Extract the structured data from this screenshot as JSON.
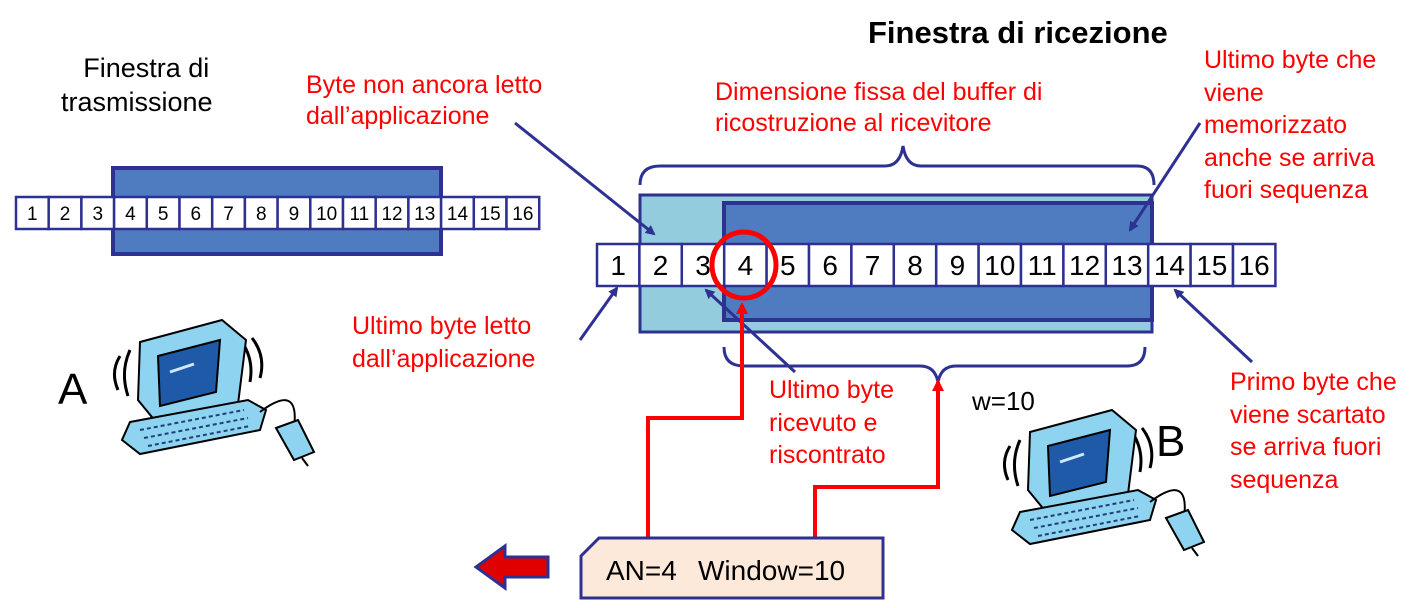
{
  "colors": {
    "window_dark": "#4f7cc0",
    "window_light": "#93ccdd",
    "border": "#2e3192",
    "red": "#ff0000",
    "ack_box": "#fde9d9"
  },
  "transmit": {
    "title_line1": "Finestra di",
    "title_line2": "trasmissione",
    "cells": [
      "1",
      "2",
      "3",
      "4",
      "5",
      "6",
      "7",
      "8",
      "9",
      "10",
      "11",
      "12",
      "13",
      "14",
      "15",
      "16"
    ]
  },
  "receive": {
    "title": "Finestra di ricezione",
    "cells": [
      "1",
      "2",
      "3",
      "4",
      "5",
      "6",
      "7",
      "8",
      "9",
      "10",
      "11",
      "12",
      "13",
      "14",
      "15",
      "16"
    ],
    "w_label": "w=10"
  },
  "annotations": {
    "unread_line1": "Byte non ancora letto",
    "unread_line2": "dall’applicazione",
    "buffer_line1": "Dimensione fissa del buffer di",
    "buffer_line2": "ricostruzione al ricevitore",
    "lastmem_line1": "Ultimo byte che",
    "lastmem_line2": "viene",
    "lastmem_line3": "memorizzato",
    "lastmem_line4": "anche se arriva",
    "lastmem_line5": "fuori sequenza",
    "lastread_line1": "Ultimo byte letto",
    "lastread_line2": "dall’applicazione",
    "lastrecv_line1": "Ultimo byte",
    "lastrecv_line2": "ricevuto e",
    "lastrecv_line3": "riscontrato",
    "firstdisc_line1": "Primo byte che",
    "firstdisc_line2": "viene scartato",
    "firstdisc_line3": "se arriva fuori",
    "firstdisc_line4": "sequenza"
  },
  "hosts": {
    "a_label": "A",
    "b_label": "B"
  },
  "ack": {
    "an": "AN=4",
    "window": "Window=10"
  },
  "icons": [
    "computer-icon",
    "left-arrow-icon"
  ]
}
